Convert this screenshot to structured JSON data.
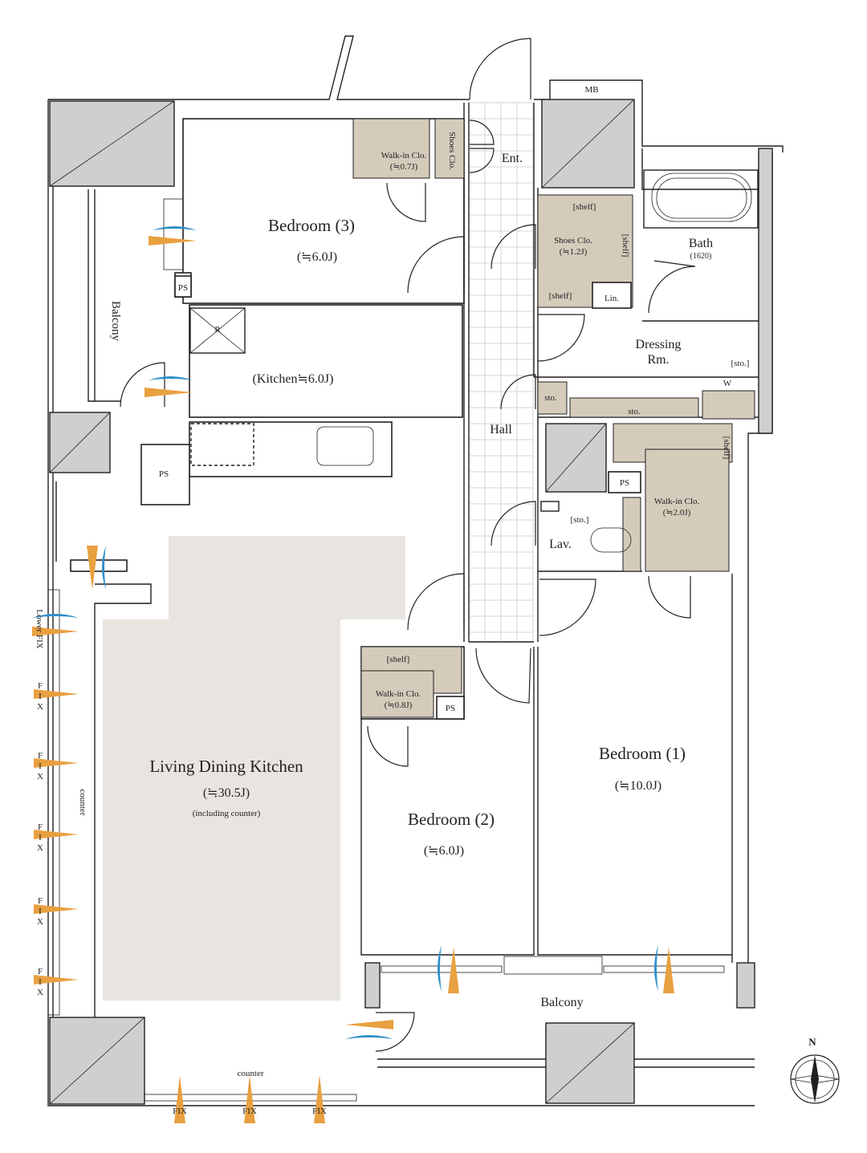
{
  "rooms": {
    "bedroom3": {
      "name": "Bedroom (3)",
      "size": "(≒6.0J)"
    },
    "kitchen": {
      "name": "(Kitchen≒6.0J)"
    },
    "ldk": {
      "name": "Living Dining Kitchen",
      "size": "(≒30.5J)",
      "note": "(including counter)"
    },
    "bedroom2": {
      "name": "Bedroom (2)",
      "size": "(≒6.0J)"
    },
    "bedroom1": {
      "name": "Bedroom (1)",
      "size": "(≒10.0J)"
    },
    "bath": {
      "name": "Bath",
      "size": "(1620)"
    },
    "dressing": {
      "line1": "Dressing",
      "line2": "Rm."
    },
    "entrance": {
      "name": "Ent."
    },
    "hall": {
      "name": "Hall"
    },
    "lav": {
      "name": "Lav."
    }
  },
  "storage": {
    "wic_top": {
      "line1": "Walk-in Clo.",
      "line2": "(≒0.7J)"
    },
    "shoes_top": {
      "name": "Shoes Clo."
    },
    "shoes_main": {
      "line1": "Shoes Clo.",
      "line2": "(≒1.2J)"
    },
    "shelf_label": "[shelf]",
    "lin": "Lin.",
    "sto": "sto.",
    "sto_bracket": "[sto.]",
    "washer": "W",
    "wic_right": {
      "line1": "Walk-in Clo.",
      "line2": "(≒2.0J)"
    },
    "wic_b2": {
      "line1": "Walk-in Clo.",
      "line2": "(≒0.8J)"
    }
  },
  "fixtures": {
    "ps": "PS",
    "mb": "MB",
    "fridge": "R"
  },
  "exterior": {
    "balcony_left": "Balcony",
    "balcony_bottom": "Balcony",
    "counter_left": "counter",
    "counter_bottom": "counter",
    "lower_fix": "Lower FIX",
    "fix": "FIX",
    "fix_stacked": [
      "F",
      "I",
      "X"
    ]
  },
  "compass": {
    "north": "N"
  },
  "colors": {
    "closet": "#d4cbbb",
    "ldk_floor": "#e8e4df",
    "airflow_orange": "#e8a040",
    "airflow_blue": "#2f8fc8",
    "wall": "#231f20"
  }
}
